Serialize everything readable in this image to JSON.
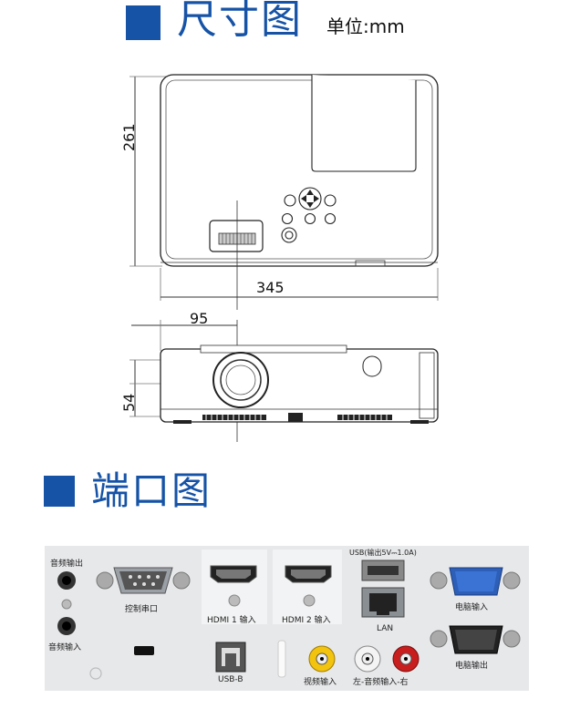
{
  "header": {
    "title": "尺寸图",
    "unit": "单位:mm"
  },
  "dimensions": {
    "depth": "261",
    "width": "345",
    "lens_offset": "95",
    "height": "54"
  },
  "ports_section": {
    "title": "端口图"
  },
  "ports": {
    "audio_out": "音频输出",
    "audio_in": "音频输入",
    "control_serial": "控制串口",
    "hdmi1": "HDMI 1 输入",
    "hdmi2": "HDMI 2 输入",
    "usb_power": "USB(输出5V",
    "usb_current": "1.0A)",
    "lan": "LAN",
    "pc_in": "电脑输入",
    "pc_out": "电脑输出",
    "usb_b": "USB-B",
    "video_in": "视频输入",
    "audio_lr": "左-音频输入-右"
  },
  "colors": {
    "accent": "#1653a6",
    "panel": "#e7e8ea",
    "vga_blue": "#2d5fb8",
    "rca_yellow": "#f2c30f",
    "rca_red": "#c81e1e"
  }
}
